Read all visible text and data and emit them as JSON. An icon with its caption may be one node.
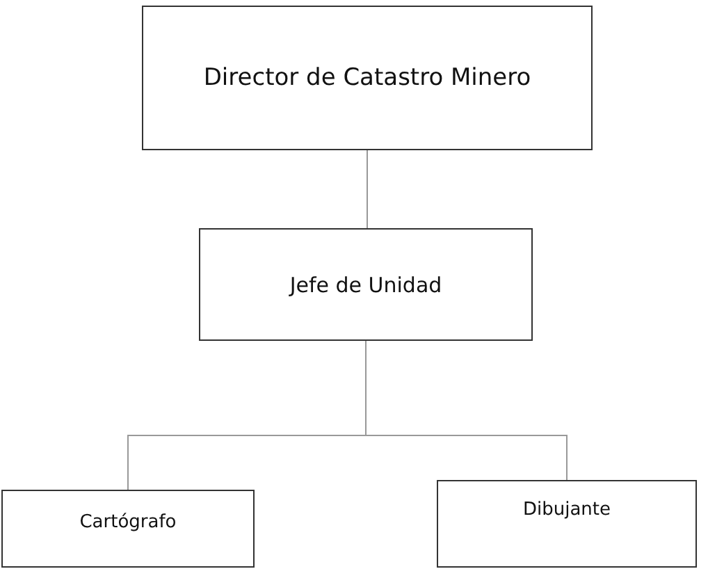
{
  "diagram": {
    "nodes": [
      {
        "text": [
          "Director de Catastro Minero"
        ]
      },
      {
        "text": [
          "Jefe de Unidad"
        ]
      },
      {
        "text": [
          "Cartógrafo"
        ]
      },
      {
        "text": [
          "Dibujante"
        ]
      }
    ],
    "edges": [
      {
        "from": 0,
        "to": 1,
        "arrow": "none"
      },
      {
        "from": 1,
        "to": 2,
        "arrow": "none"
      },
      {
        "from": 1,
        "to": 3,
        "arrow": "none"
      }
    ]
  }
}
